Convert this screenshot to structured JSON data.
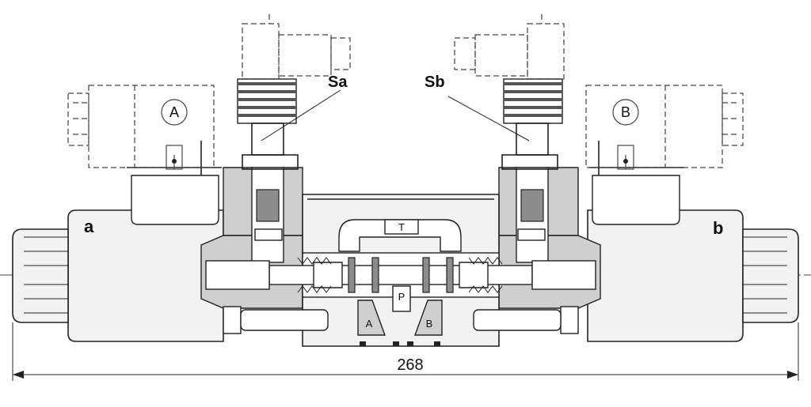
{
  "labels": {
    "solenoid_a": "a",
    "solenoid_b": "b",
    "sensor_a": "Sa",
    "sensor_b": "Sb",
    "connector_a": "A",
    "connector_b": "B",
    "port_t": "T",
    "port_p": "P",
    "port_a": "A",
    "port_b": "B"
  },
  "dimension": {
    "overall_length": "268"
  }
}
